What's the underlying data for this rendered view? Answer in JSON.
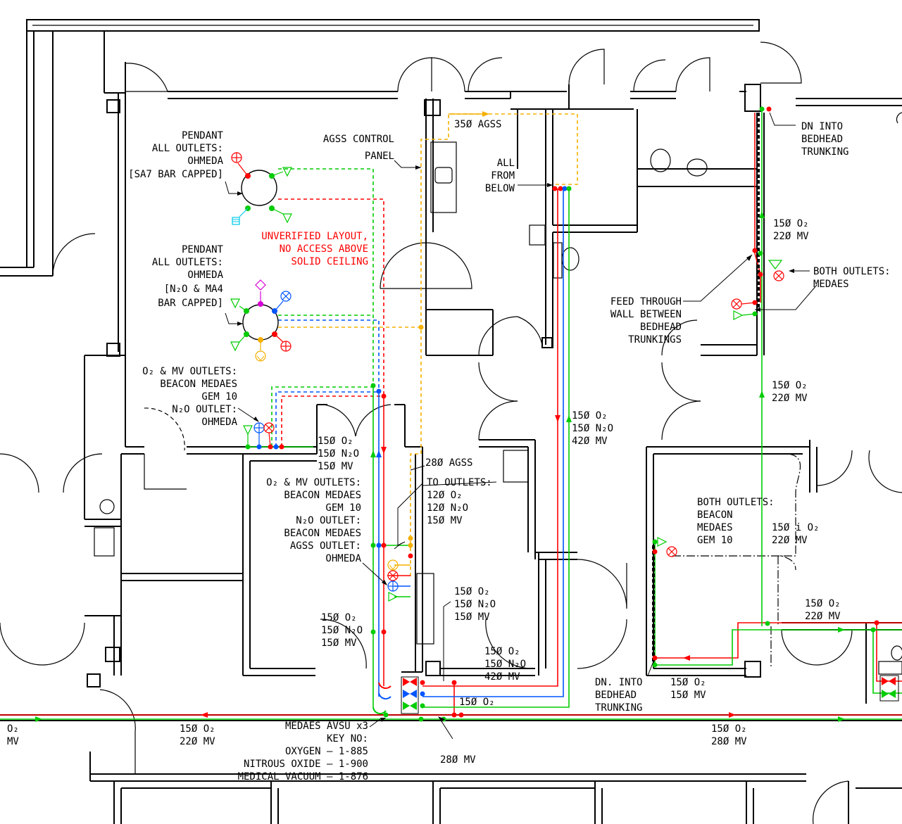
{
  "colors": {
    "oxygen": "#00cc00",
    "nitrous_oxide": "#0055ff",
    "vacuum": "#ff0000",
    "agss": "#f5b000",
    "note": "#ff0000",
    "aux_cyan": "#00c8e8",
    "aux_magenta": "#d600d6"
  },
  "labels": {
    "pendant1": [
      "PENDANT",
      "ALL OUTLETS:",
      "OHMEDA",
      "[SA7 BAR CAPPED]"
    ],
    "agss_panel": [
      "AGSS CONTROL",
      "PANEL"
    ],
    "agss350": "35Ø AGSS",
    "all_from_below": [
      "ALL",
      "FROM",
      "BELOW"
    ],
    "dn_bedhead_top": [
      "DN INTO",
      "BEDHEAD",
      "TRUNKING"
    ],
    "unverified": [
      "UNVERIFIED LAYOUT,",
      "NO ACCESS ABOVE",
      "SOLID CEILING"
    ],
    "pendant2": [
      "PENDANT",
      "ALL OUTLETS:",
      "OHMEDA",
      "[N₂O & MA4",
      "BAR CAPPED]"
    ],
    "o2_mv_right_top": [
      "15Ø O₂",
      "22Ø MV"
    ],
    "both_outlets_medaes": [
      "BOTH OUTLETS:",
      "MEDAES"
    ],
    "feed_through": [
      "FEED THROUGH",
      "WALL BETWEEN",
      "BEDHEAD",
      "TRUNKINGS"
    ],
    "outlets_beacon_left": [
      "O₂ & MV OUTLETS:",
      "BEACON MEDAES",
      "GEM 10",
      "N₂O OUTLET:",
      "OHMEDA"
    ],
    "o2_mv_right_mid": [
      "15Ø O₂",
      "22Ø MV"
    ],
    "pipes_150_mid": [
      "15Ø O₂",
      "15Ø N₂O",
      "15Ø MV"
    ],
    "pipes_150_420": [
      "15Ø O₂",
      "15Ø N₂O",
      "42Ø MV"
    ],
    "agss280": "28Ø AGSS",
    "to_outlets": [
      "TO OUTLETS:",
      "12Ø O₂",
      "12Ø N₂O",
      "15Ø MV"
    ],
    "outlets_beacon_center": [
      "O₂ & MV OUTLETS:",
      "BEACON MEDAES",
      "GEM 10",
      "N₂O OUTLET:",
      "BEACON MEDAES",
      "AGSS OUTLET:",
      "OHMEDA"
    ],
    "both_outlets_beacon": [
      "BOTH OUTLETS:",
      "BEACON",
      "MEDAES",
      "GEM 10"
    ],
    "o2_mv_right_low": [
      "15Ø i O₂",
      "22Ø MV"
    ],
    "pipes_150_right": [
      "15Ø O₂",
      "15Ø N₂O",
      "15Ø MV"
    ],
    "pipes_150_lower": [
      "15Ø O₂",
      "15Ø N₂O",
      "15Ø MV"
    ],
    "o2_mv_far_right": [
      "15Ø O₂",
      "22Ø MV"
    ],
    "pipes_150_420_low": [
      "15Ø O₂",
      "15Ø N₂O",
      "42Ø MV"
    ],
    "dn_bedhead_low": [
      "DN. INTO",
      "BEDHEAD",
      "TRUNKING"
    ],
    "o2_mv_150": [
      "15Ø O₂",
      "15Ø MV"
    ],
    "o2_150_single": "15Ø O₂",
    "o2_mv_left_edge": [
      "O₂",
      "MV"
    ],
    "o2_mv_bottom_left": [
      "15Ø O₂",
      "22Ø MV"
    ],
    "avsu": [
      "MEDAES AVSU x3",
      "KEY NO:",
      "OXYGEN – 1-885",
      "NITROUS OXIDE – 1-900",
      "MEDICAL VACUUM – 1-876"
    ],
    "mv280": "28Ø MV",
    "o2_mv_bottom_right": [
      "15Ø O₂",
      "28Ø MV"
    ]
  }
}
